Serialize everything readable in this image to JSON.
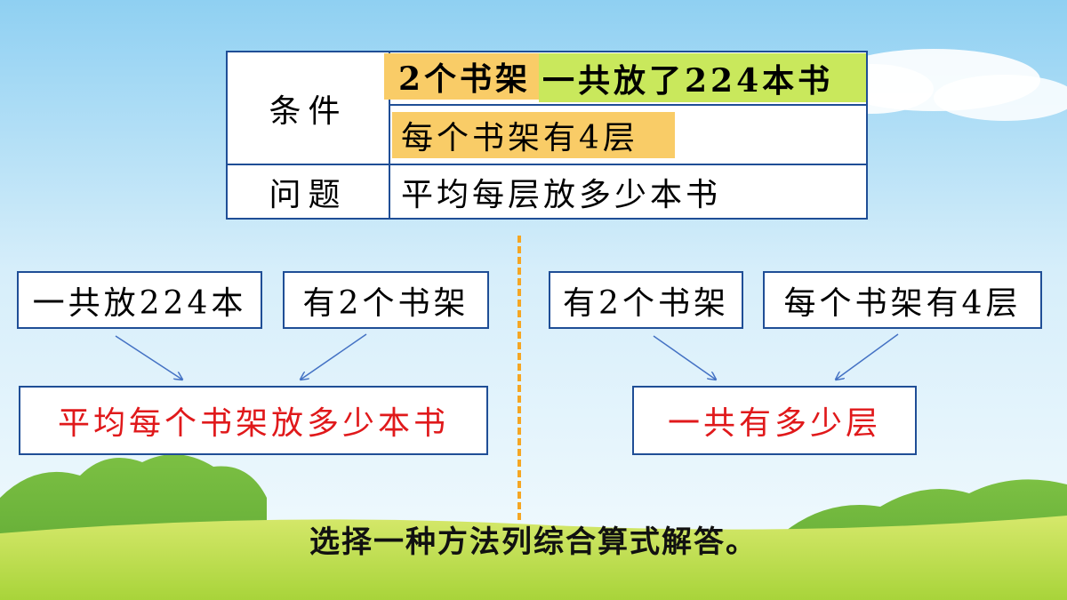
{
  "table": {
    "row_label_conditions": "条件",
    "row_label_question": "问题",
    "condition1_part1": "2个书架",
    "condition1_part2": "一共放了224本书",
    "condition2": "每个书架有4层",
    "question": "平均每层放多少本书"
  },
  "left_method": {
    "box1": "一共放224本",
    "box2": "有2个书架",
    "result": "平均每个书架放多少本书"
  },
  "right_method": {
    "box1": "有2个书架",
    "box2": "每个书架有4层",
    "result": "一共有多少层"
  },
  "footer": "选择一种方法列综合算式解答。",
  "colors": {
    "border_blue": "#1f4e96",
    "highlight_orange": "#f9cc67",
    "highlight_green": "#c9e85c",
    "result_red": "#e0191b",
    "divider_orange": "#f5a623"
  }
}
